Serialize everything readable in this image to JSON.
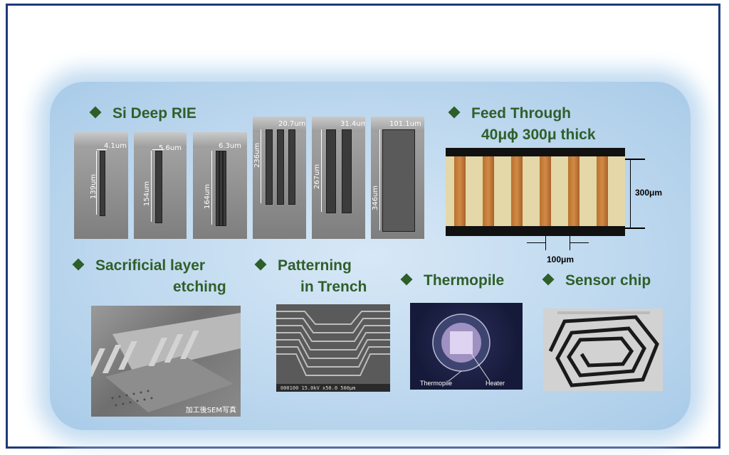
{
  "headings": {
    "si_deep_rie": "Si Deep RIE",
    "feed_through_1": "Feed Through",
    "feed_through_2": "40μϕ 300μ thick",
    "sacrificial_1": "Sacrificial layer",
    "sacrificial_2": "etching",
    "patterning_1": "Patterning",
    "patterning_2": "in Trench",
    "thermopile": "Thermopile",
    "sensor_chip": "Sensor chip"
  },
  "rie_images": [
    {
      "width_label": "4.1um",
      "depth_label": "139um"
    },
    {
      "width_label": "5.6um",
      "depth_label": "154um"
    },
    {
      "width_label": "6.3um",
      "depth_label": "164um"
    },
    {
      "width_label": "20.7um",
      "depth_label": "236um"
    },
    {
      "width_label": "31.4um",
      "depth_label": "267um"
    },
    {
      "width_label": "101.1um",
      "depth_label": "346um"
    }
  ],
  "feed_through": {
    "thickness_label": "300μm",
    "pitch_label": "100μm"
  },
  "sacrificial_caption": "加工後SEM写真",
  "patterning_caption": "000100 15.0kV x50.0 500μm",
  "thermopile_labels": {
    "thermopile": "Thermopile",
    "heater": "Heater"
  },
  "colors": {
    "frame": "#1f3a7a",
    "heading": "#2f5f2a",
    "panel": "#bcd7ee"
  }
}
